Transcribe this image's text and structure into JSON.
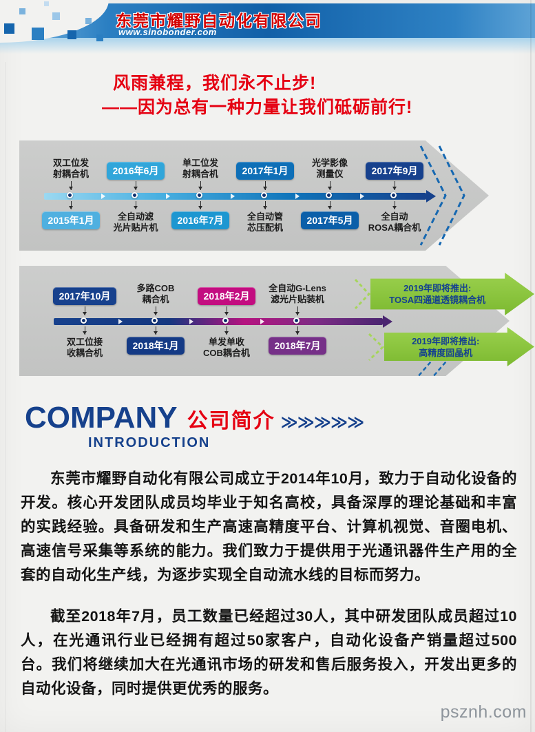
{
  "header": {
    "company_name": "东莞市耀野自动化有限公司",
    "website": "www.sinobonder.com"
  },
  "slogan": {
    "line1": "风雨兼程，我们永不止步!",
    "line2": "——因为总有一种力量让我们砥砺前行!"
  },
  "timelines": [
    {
      "milestones": [
        {
          "date": "2015年1月",
          "date_side": "bottom",
          "badge_color": "#4fb0e0",
          "label": "双工位发\n射耦合机"
        },
        {
          "date": "2016年6月",
          "date_side": "top",
          "badge_color": "#31a6da",
          "label": "全自动滤\n光片贴片机"
        },
        {
          "date": "2016年7月",
          "date_side": "bottom",
          "badge_color": "#1d97d1",
          "label": "单工位发\n射耦合机"
        },
        {
          "date": "2017年1月",
          "date_side": "top",
          "badge_color": "#0e6fb7",
          "label": "全自动管\n芯压配机"
        },
        {
          "date": "2017年5月",
          "date_side": "bottom",
          "badge_color": "#0b5fa9",
          "label": "光学影像\n测量仪"
        },
        {
          "date": "2017年9月",
          "date_side": "top",
          "badge_color": "#17418d",
          "label": "全自动\nROSA耦合机"
        }
      ]
    },
    {
      "milestones": [
        {
          "date": "2017年10月",
          "date_side": "top",
          "badge_color": "#17418d",
          "label": "双工位接\n收耦合机"
        },
        {
          "date": "2018年1月",
          "date_side": "bottom",
          "badge_color": "#143a85",
          "label": "多路COB\n耦合机"
        },
        {
          "date": "2018年2月",
          "date_side": "top",
          "badge_color": "#c30d80",
          "label": "单发单收\nCOB耦合机"
        },
        {
          "date": "2018年7月",
          "date_side": "bottom",
          "badge_color": "#763088",
          "label": "全自动G-Lens\n滤光片贴装机"
        }
      ]
    }
  ],
  "upcoming": [
    {
      "line1": "2019年即将推出:",
      "line2": "TOSA四通道透镜耦合机"
    },
    {
      "line1": "2019年即将推出:",
      "line2": "高精度固晶机"
    }
  ],
  "company_section": {
    "title_en": "COMPANY",
    "title_cn": "公司简介",
    "chevrons": "≫≫≫≫≫",
    "subtitle": "INTRODUCTION"
  },
  "intro": {
    "paragraph1": "东莞市耀野自动化有限公司成立于2014年10月，致力于自动化设备的开发。核心开发团队成员均毕业于知名高校，具备深厚的理论基础和丰富的实践经验。具备研发和生产高速高精度平台、计算机视觉、音圈电机、高速信号采集等系统的能力。我们致力于提供用于光通讯器件生产用的全套的自动化生产线，为逐步实现全自动流水线的目标而努力。",
    "paragraph2": "截至2018年7月，员工数量已经超过30人，其中研发团队成员超过10人，在光通讯行业已经拥有超过50家客户，自动化设备产销量超过500台。我们将继续加大在光通讯市场的研发和售后服务投入，开发出更多的自动化设备，同时提供更优秀的服务。"
  },
  "watermark": "psznh.com"
}
